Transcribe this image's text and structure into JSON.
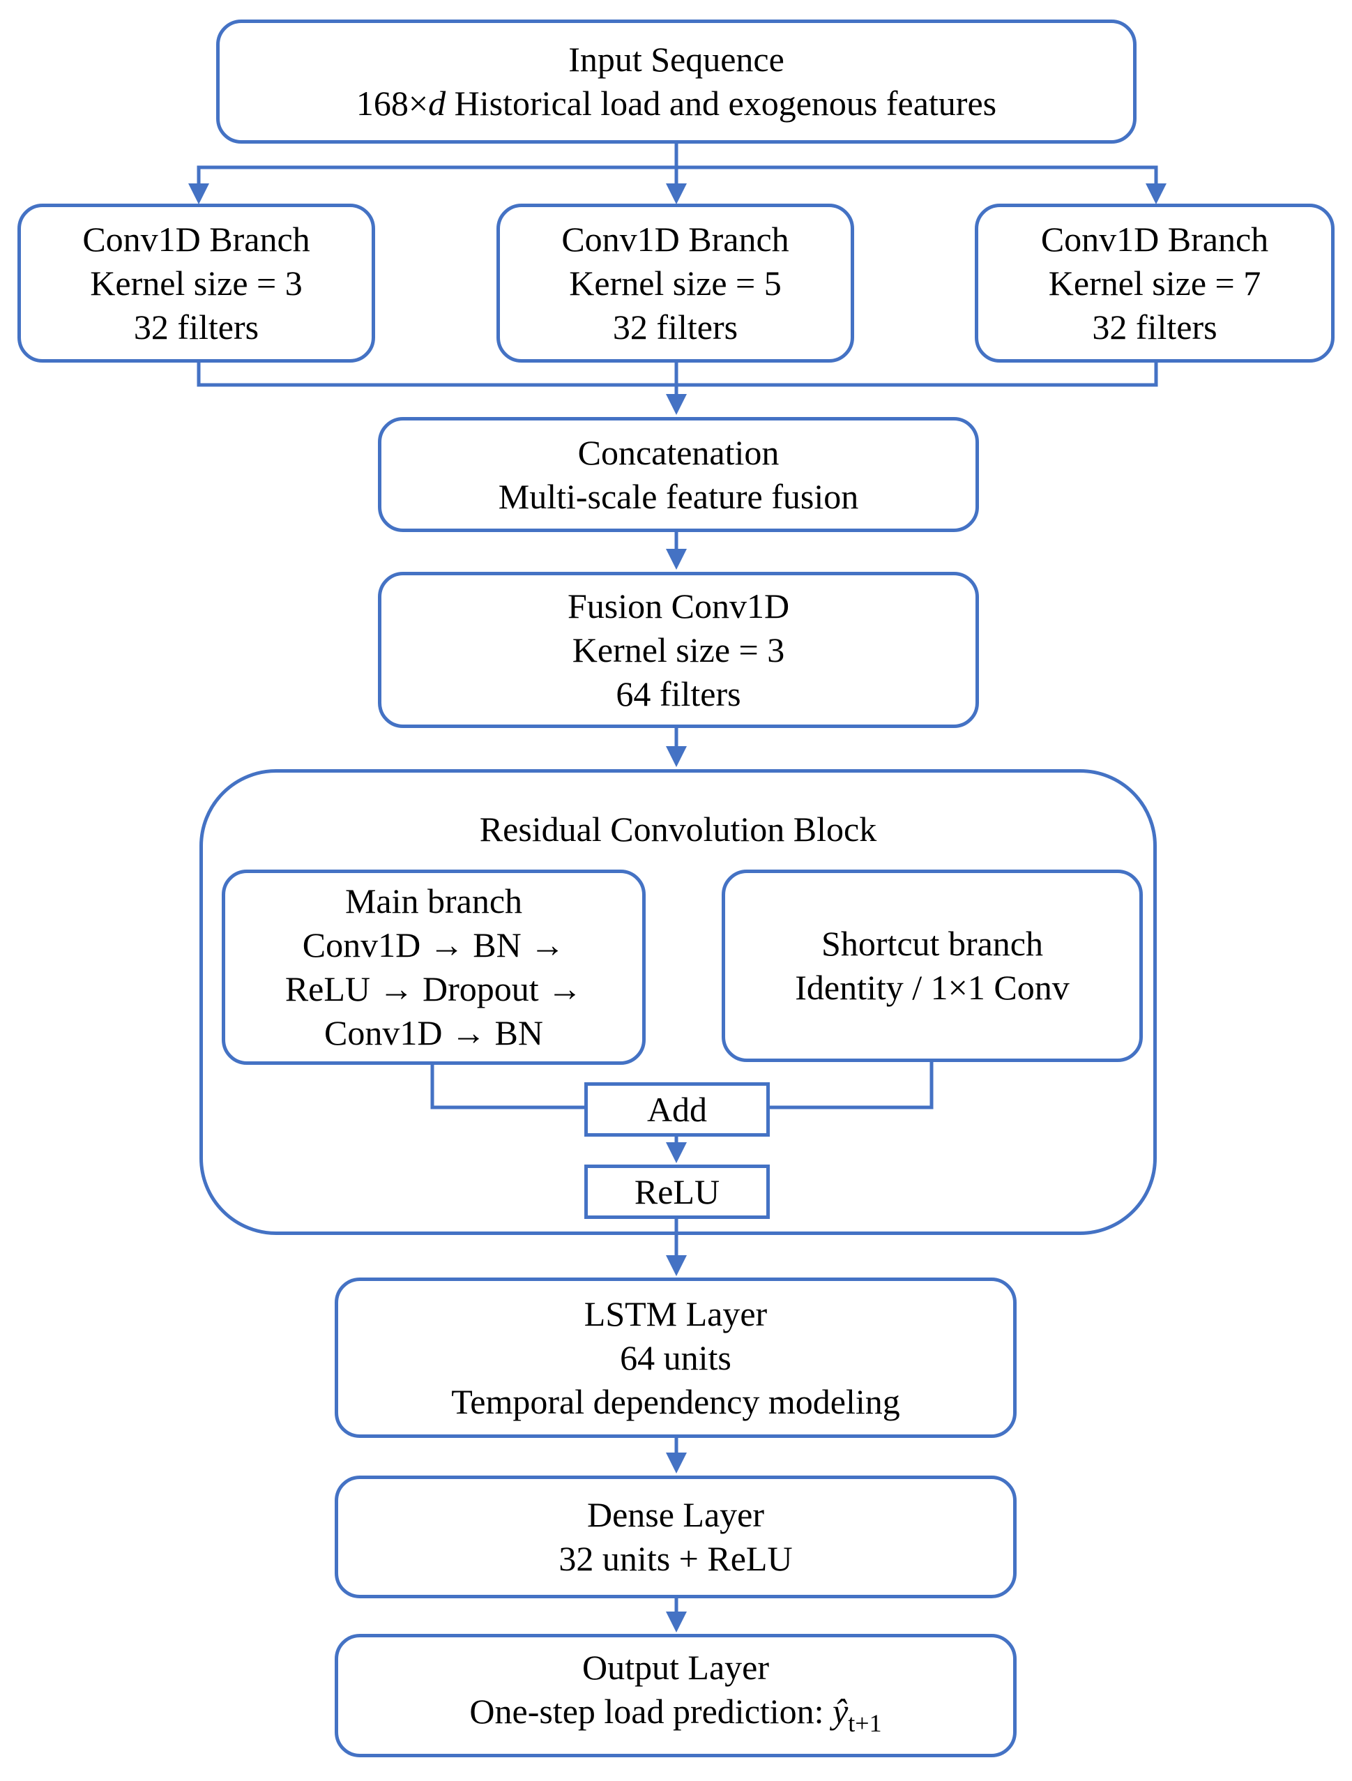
{
  "diagram": {
    "input": {
      "title": "Input Sequence",
      "detail_prefix": "168×",
      "detail_var": "d",
      "detail_suffix": " Historical load and exogenous features"
    },
    "branches": [
      {
        "title": "Conv1D Branch",
        "kernel": "Kernel size = 3",
        "filters": "32 filters"
      },
      {
        "title": "Conv1D Branch",
        "kernel": "Kernel size = 5",
        "filters": "32 filters"
      },
      {
        "title": "Conv1D Branch",
        "kernel": "Kernel size = 7",
        "filters": "32 filters"
      }
    ],
    "concat": {
      "title": "Concatenation",
      "detail": "Multi-scale feature fusion"
    },
    "fusion": {
      "title": "Fusion Conv1D",
      "kernel": "Kernel size = 3",
      "filters": "64 filters"
    },
    "residual": {
      "title": "Residual Convolution Block",
      "main": {
        "title": "Main branch",
        "line1": "Conv1D → BN →",
        "line2": "ReLU → Dropout →",
        "line3": "Conv1D → BN"
      },
      "shortcut": {
        "title": "Shortcut branch",
        "detail": "Identity / 1×1 Conv"
      },
      "add": "Add",
      "relu": "ReLU"
    },
    "lstm": {
      "title": "LSTM Layer",
      "units": "64 units",
      "detail": "Temporal dependency modeling"
    },
    "dense": {
      "title": "Dense Layer",
      "detail": "32 units + ReLU"
    },
    "output": {
      "title": "Output Layer",
      "detail_prefix": "One-step load prediction: ",
      "symbol": "ŷ",
      "subscript": "t+1"
    }
  },
  "colors": {
    "stroke": "#4472c4",
    "text": "#000000",
    "background": "#ffffff"
  }
}
